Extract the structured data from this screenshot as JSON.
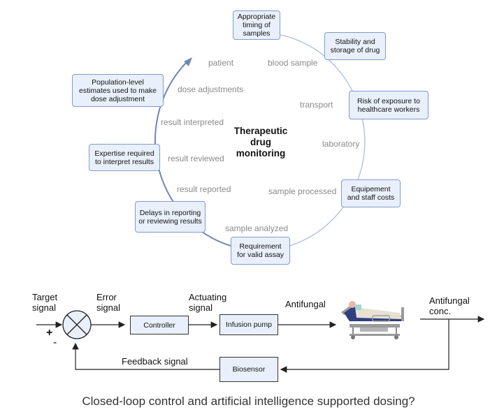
{
  "cycle": {
    "title": "Therapeutic drug monitoring",
    "title_lines": [
      "Therapeutic",
      "drug",
      "monitoring"
    ],
    "steps": [
      "patient",
      "blood sample",
      "transport",
      "laboratory",
      "sample processed",
      "sample analyzed",
      "result reported",
      "result reviewed",
      "result interpreted",
      "dose adjustments"
    ],
    "challenges": [
      "Appropriate timing of samples",
      "Stability and storage of drug",
      "Risk of exposure to healthcare workers",
      "Equipement and staff costs",
      "Requirement for valid assay",
      "Delays in reporting or reviewing results",
      "Expertise required to interpret results",
      "Population-level estimates used to make dose adjustment"
    ],
    "colors": {
      "box_fill": "#e9f0fb",
      "box_border": "#7f9ccb",
      "arc_light": "#d5dff0",
      "arc_dark": "#6f86b6"
    }
  },
  "control_loop": {
    "target_signal": "Target signal",
    "error_signal": "Error signal",
    "actuating_signal": "Actuating signal",
    "antifungal": "Antifungal",
    "antifungal_conc": "Antifungal conc.",
    "feedback_signal": "Feedback signal",
    "plus": "+",
    "minus": "-",
    "controller": "Controller",
    "infusion_pump": "Infusion pump",
    "biosensor": "Biosensor",
    "patient_icon": "hospital-bed-patient-icon"
  },
  "caption": "Closed-loop control and artificial intelligence supported dosing?"
}
